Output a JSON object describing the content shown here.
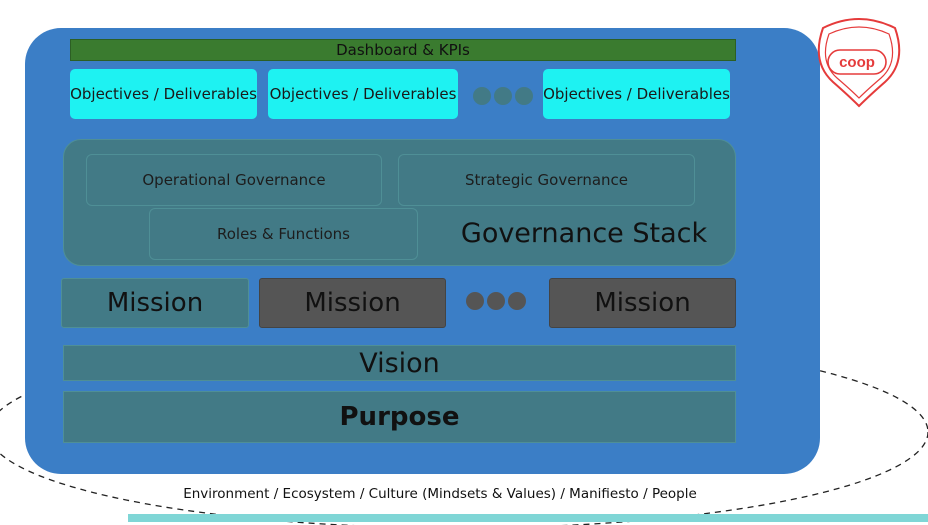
{
  "dashboard": {
    "label": "Dashboard & KPIs"
  },
  "objectives": [
    {
      "label": "Objectives / Deliverables"
    },
    {
      "label": "Objectives / Deliverables"
    },
    {
      "label": "Objectives / Deliverables"
    }
  ],
  "governance": {
    "title": "Governance Stack",
    "operational": "Operational Governance",
    "strategic": "Strategic Governance",
    "roles": "Roles & Functions"
  },
  "missions": [
    {
      "label": "Mission"
    },
    {
      "label": "Mission"
    },
    {
      "label": "Mission"
    }
  ],
  "vision": {
    "label": "Vision"
  },
  "purpose": {
    "label": "Purpose"
  },
  "footer": {
    "label": "Environment / Ecosystem / Culture (Mindsets & Values)  / Manifiesto / People"
  },
  "logo": {
    "text": "coop"
  },
  "colors": {
    "panel": "#3b7ec6",
    "dashboard": "#3a7b2f",
    "objective": "#1ef2f2",
    "teal_box": "#427a86",
    "mission_highlight": "#555555",
    "logo": "#e53b3b",
    "footer_bar": "#7fd6d6"
  }
}
